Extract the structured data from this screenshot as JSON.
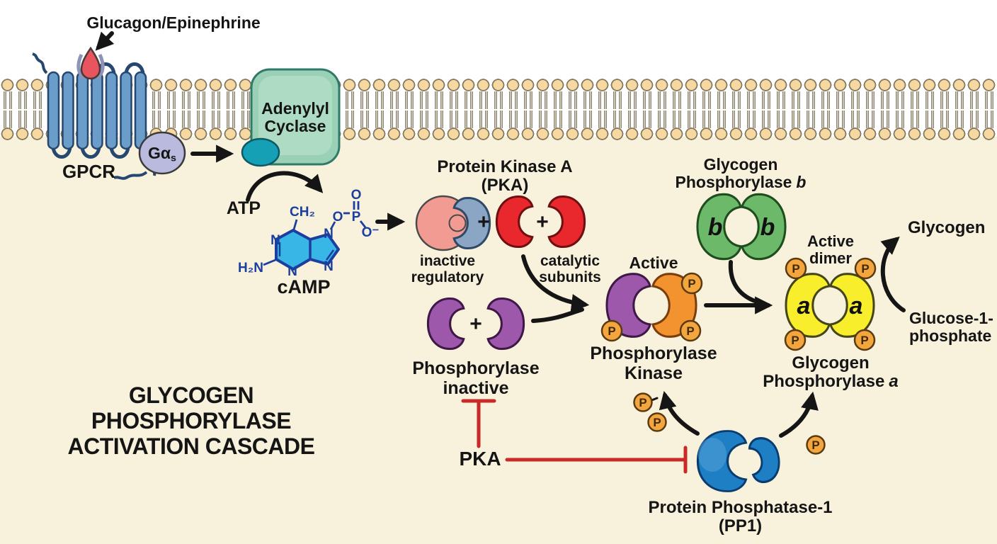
{
  "title": {
    "line1": "GLYCOGEN",
    "line2": "PHOSPHORYLASE",
    "line3": "ACTIVATION CASCADE"
  },
  "labels": {
    "ligand": "Glucagon/Epinephrine",
    "receptor": "GPCR",
    "g_protein_main": "Gα",
    "g_protein_sub": "s",
    "adenylyl_cyclase_line1": "Adenylyl",
    "adenylyl_cyclase_line2": "Cyclase",
    "atp": "ATP",
    "camp": "cAMP",
    "pka_title_line1": "Protein Kinase A",
    "pka_title_line2": "(PKA)",
    "inactive_line1": "inactive",
    "inactive_line2": "regulatory",
    "catalytic_line1": "catalytic",
    "catalytic_line2": "subunits",
    "plus": "+",
    "phos_inactive_line1": "Phosphorylase",
    "phos_inactive_line2": "inactive",
    "active": "Active",
    "phos_kinase_line1": "Phosphorylase",
    "phos_kinase_line2": "Kinase",
    "gpb_line1": "Glycogen",
    "gpb_line2": "Phosphorylase",
    "gpb_suffix": "b",
    "active_dimer_line1": "Active",
    "active_dimer_line2": "dimer",
    "gpa_line1": "Glycogen",
    "gpa_line2": "Phosphorylase",
    "gpa_suffix": "a",
    "glycogen": "Glycogen",
    "g1p_line1": "Glucose-1-",
    "g1p_line2": "phosphate",
    "pka_short": "PKA",
    "pp1_line1": "Protein Phosphatase-1",
    "pp1_line2": "(PP1)",
    "subunit_b": "b",
    "subunit_a": "a",
    "phosphate": "P"
  },
  "chemistry": {
    "ch2": "CH₂",
    "n": "N",
    "h2n": "H₂N",
    "o": "O",
    "p": "P",
    "o_minus": "O⁻"
  },
  "colors": {
    "background": "#f8f2dd",
    "extracellular": "#ffffff",
    "membrane_head": "#f6d8a0",
    "receptor_blue": "#6b9dcb",
    "ligand_red": "#e9555e",
    "g_protein_lavender": "#b9badd",
    "cyclase_green": "#9ad0b6",
    "cyclase_site_teal": "#16a0b6",
    "camp_blue": "#1c3e9e",
    "camp_ring_cyan": "#38b6e6",
    "regulatory_pink": "#f29b93",
    "regulatory_slate": "#8aa6c4",
    "catalytic_red": "#e8282c",
    "phosphorylase_purple": "#9d58ac",
    "kinase_orange": "#f2932f",
    "phosphate_orange": "#f4a63e",
    "gp_b_green": "#6cb96a",
    "gp_a_yellow": "#f8ee2b",
    "pp1_blue": "#1f7fc4",
    "inhibition_red": "#c92a28"
  }
}
